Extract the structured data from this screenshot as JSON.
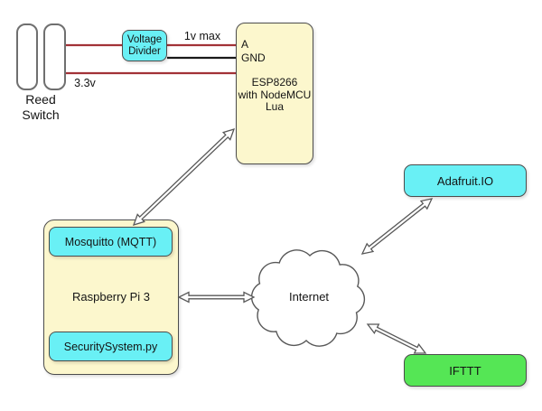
{
  "colors": {
    "box_yellow": "#FCF7CD",
    "box_cyan": "#69F0F5",
    "box_green": "#55E655",
    "wire_red": "#A23237",
    "wire_black": "#1A1A1A",
    "border_gray": "#4C4C4C"
  },
  "reed_switch": {
    "label_line1": "Reed",
    "label_line2": "Switch"
  },
  "voltage_divider": {
    "line1": "Voltage",
    "line2": "Divider"
  },
  "wire_labels": {
    "max": "1v max",
    "supply": "3.3v"
  },
  "esp8266": {
    "pin_a": "A",
    "pin_gnd": "GND",
    "line1": "ESP8266",
    "line2": "with NodeMCU",
    "line3": "Lua"
  },
  "raspberry_pi": {
    "label": "Raspberry Pi 3",
    "mqtt": "Mosquitto (MQTT)",
    "script": "SecuritySystem.py"
  },
  "internet": {
    "label": "Internet"
  },
  "adafruit": {
    "label": "Adafruit.IO"
  },
  "ifttt": {
    "label": "IFTTT"
  }
}
